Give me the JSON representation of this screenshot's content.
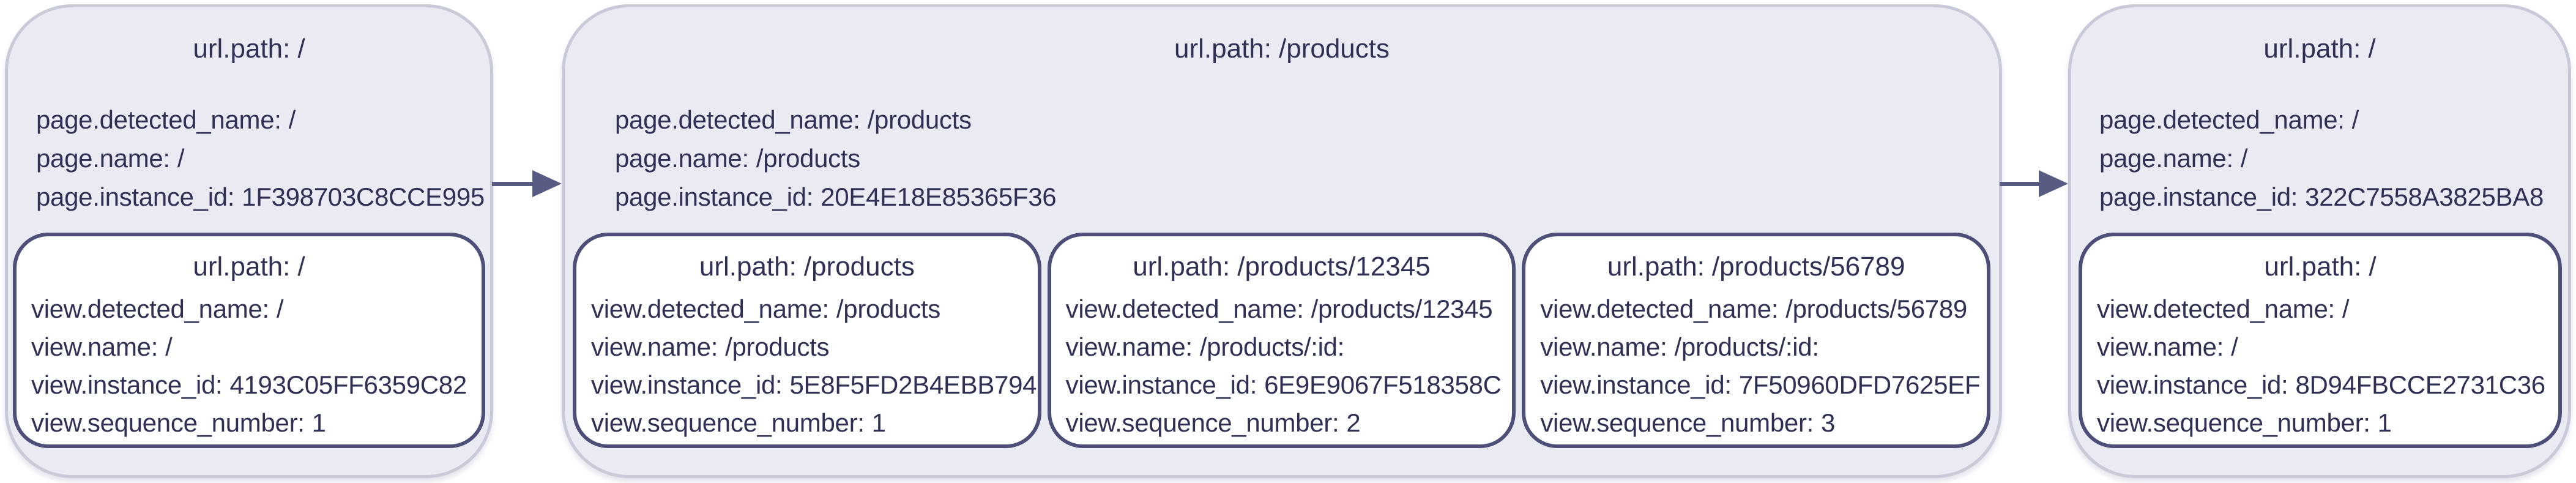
{
  "colors": {
    "page_card_fill": "#eaeaf2",
    "page_card_border": "#c8c9d9",
    "view_card_fill": "#ffffff",
    "view_card_border": "#4c5078",
    "text": "#2e3055",
    "arrow": "#585c82"
  },
  "pages": [
    {
      "title_label": "url.path:",
      "url_path": "/",
      "fields": [
        {
          "label": "page.detected_name:",
          "value": "/"
        },
        {
          "label": "page.name:",
          "value": "/"
        },
        {
          "label": "page.instance_id:",
          "value": "1F398703C8CCE995"
        }
      ],
      "views": [
        {
          "title_label": "url.path:",
          "url_path": "/",
          "fields": [
            {
              "label": "view.detected_name:",
              "value": "/"
            },
            {
              "label": "view.name:",
              "value": "/"
            },
            {
              "label": "view.instance_id:",
              "value": "4193C05FF6359C82"
            },
            {
              "label": "view.sequence_number:",
              "value": "1"
            }
          ]
        }
      ]
    },
    {
      "title_label": "url.path:",
      "url_path": "/products",
      "fields": [
        {
          "label": "page.detected_name:",
          "value": "/products"
        },
        {
          "label": "page.name:",
          "value": "/products"
        },
        {
          "label": "page.instance_id:",
          "value": "20E4E18E85365F36"
        }
      ],
      "views": [
        {
          "title_label": "url.path:",
          "url_path": "/products",
          "fields": [
            {
              "label": "view.detected_name:",
              "value": "/products"
            },
            {
              "label": "view.name:",
              "value": "/products"
            },
            {
              "label": "view.instance_id:",
              "value": "5E8F5FD2B4EBB794"
            },
            {
              "label": "view.sequence_number:",
              "value": "1"
            }
          ]
        },
        {
          "title_label": "url.path:",
          "url_path": "/products/12345",
          "fields": [
            {
              "label": "view.detected_name:",
              "value": "/products/12345"
            },
            {
              "label": "view.name:",
              "value": "/products/:id:"
            },
            {
              "label": "view.instance_id:",
              "value": "6E9E9067F518358C"
            },
            {
              "label": "view.sequence_number:",
              "value": "2"
            }
          ]
        },
        {
          "title_label": "url.path:",
          "url_path": "/products/56789",
          "fields": [
            {
              "label": "view.detected_name:",
              "value": "/products/56789"
            },
            {
              "label": "view.name:",
              "value": "/products/:id:"
            },
            {
              "label": "view.instance_id:",
              "value": "7F50960DFD7625EF"
            },
            {
              "label": "view.sequence_number:",
              "value": "3"
            }
          ]
        }
      ]
    },
    {
      "title_label": "url.path:",
      "url_path": "/",
      "fields": [
        {
          "label": "page.detected_name:",
          "value": "/"
        },
        {
          "label": "page.name:",
          "value": "/"
        },
        {
          "label": "page.instance_id:",
          "value": "322C7558A3825BA8"
        }
      ],
      "views": [
        {
          "title_label": "url.path:",
          "url_path": "/",
          "fields": [
            {
              "label": "view.detected_name:",
              "value": "/"
            },
            {
              "label": "view.name:",
              "value": "/"
            },
            {
              "label": "view.instance_id:",
              "value": "8D94FBCCE2731C36"
            },
            {
              "label": "view.sequence_number:",
              "value": "1"
            }
          ]
        }
      ]
    }
  ]
}
